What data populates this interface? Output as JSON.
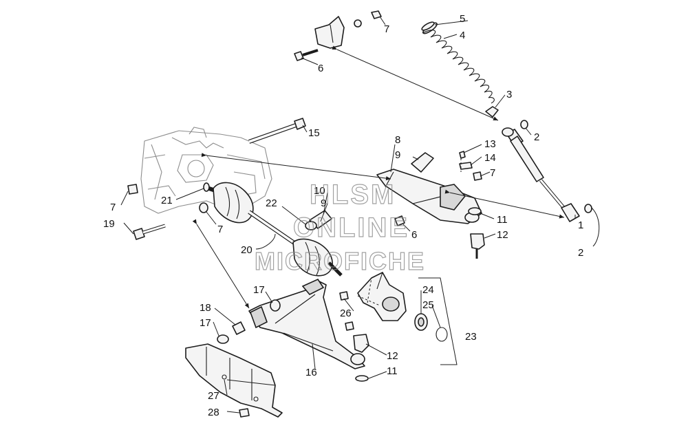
{
  "callouts": {
    "c1": "1",
    "c2a": "2",
    "c2b": "2",
    "c3": "3",
    "c4": "4",
    "c5": "5",
    "c6a": "6",
    "c6b": "6",
    "c7a": "7",
    "c7b": "7",
    "c7c": "7",
    "c7d": "7",
    "c8": "8",
    "c9a": "9",
    "c9b": "9",
    "c10": "10",
    "c11a": "11",
    "c11b": "11",
    "c12a": "12",
    "c12b": "12",
    "c13": "13",
    "c14": "14",
    "c15": "15",
    "c16": "16",
    "c17a": "17",
    "c17b": "17",
    "c18": "18",
    "c19": "19",
    "c20": "20",
    "c21": "21",
    "c22": "22",
    "c23": "23",
    "c24": "24",
    "c25": "25",
    "c26": "26",
    "c27": "27",
    "c28": "28"
  },
  "watermark": {
    "line1": "HLSM",
    "line2": "ONLINE",
    "line3": "MICROFICHE"
  }
}
